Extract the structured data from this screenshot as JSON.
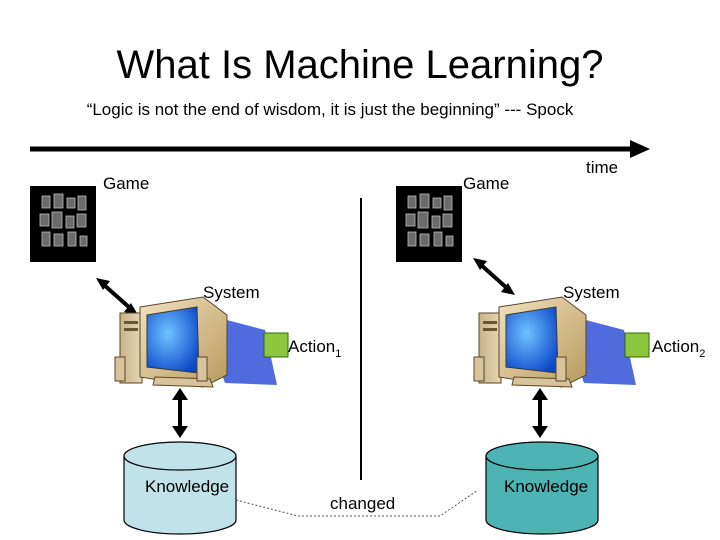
{
  "slide": {
    "title": "What Is Machine Learning?",
    "quote": "“Logic is not the end of wisdom, it is just the beginning” --- Spock"
  },
  "diagram": {
    "time_label": "time",
    "left": {
      "game_label": "Game",
      "system_label": "System",
      "action_label": "Action",
      "action_subscript": "1",
      "knowledge_label": "Knowledge",
      "knowledge_color": "#bfe3e8"
    },
    "right": {
      "game_label": "Game",
      "system_label": "System",
      "action_label": "Action",
      "action_subscript": "2",
      "knowledge_label": "Knowledge",
      "knowledge_color": "#4db3b3"
    },
    "changed_label": "changed",
    "action_box_color": "#8dc63f",
    "icons": [
      "game-board-icon",
      "computer-icon",
      "double-arrow-icon",
      "database-cylinder-icon",
      "timeline-arrow-icon"
    ]
  }
}
